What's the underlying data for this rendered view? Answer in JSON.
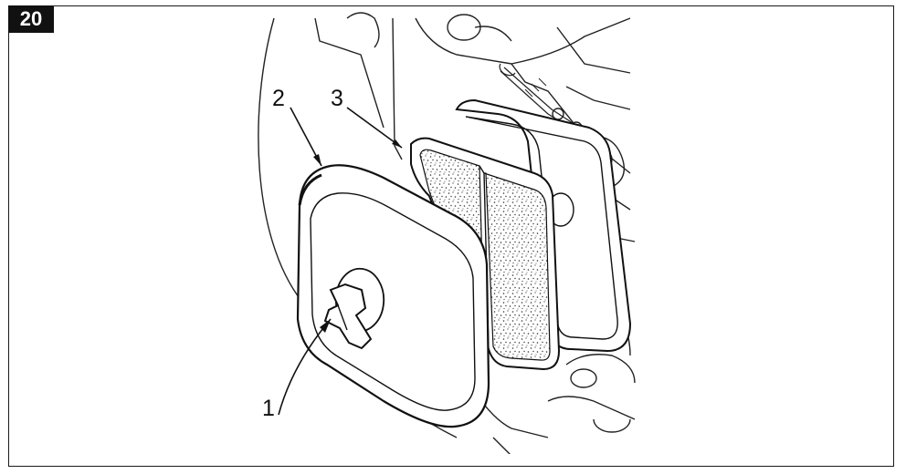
{
  "figure": {
    "number": "20"
  },
  "callouts": [
    {
      "id": "1",
      "label": "1"
    },
    {
      "id": "2",
      "label": "2"
    },
    {
      "id": "3",
      "label": "3"
    }
  ],
  "colors": {
    "ink": "#111111",
    "frame": "#1a1a1a",
    "badge_bg": "#111111",
    "badge_text": "#ffffff"
  }
}
